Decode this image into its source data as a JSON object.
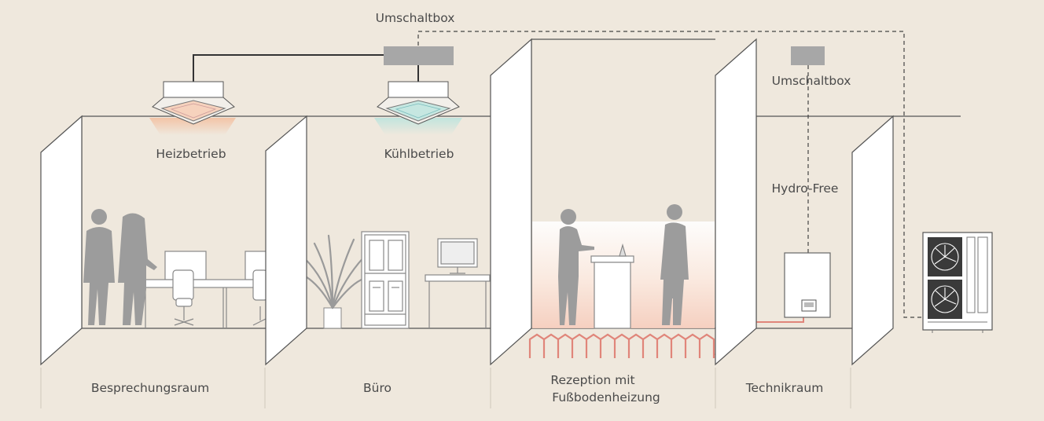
{
  "labels": {
    "switch_box_top": "Umschaltbox",
    "switch_box_right": "Umschaltbox",
    "heating_mode": "Heizbetrieb",
    "cooling_mode": "Kühlbetrieb",
    "hydro_free": "Hydro-Free",
    "room_meeting": "Besprechungsraum",
    "room_office": "Büro",
    "room_reception_line1": "Rezeption mit",
    "room_reception_line2": "Fußbodenheizung",
    "room_technical": "Technikraum"
  },
  "colors": {
    "background": "#efe8dd",
    "wall": "#ffffff",
    "outline": "#555555",
    "figure_gray": "#9c9c9c",
    "switch_box": "#a7a7a7",
    "heating_glow": "#f2c4a8",
    "cooling_glow": "#bfe3dc",
    "floor_heating": "#e0857a"
  }
}
